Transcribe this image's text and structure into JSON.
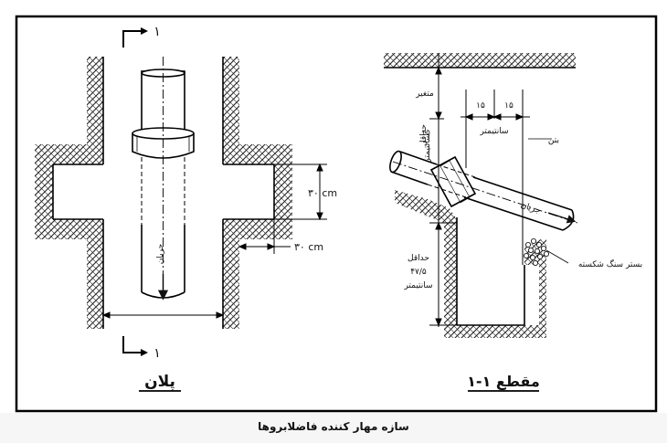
{
  "plan": {
    "section_marker_top": "۱",
    "section_marker_bottom": "۱",
    "dim_30cm_vertical": "۳۰ cm",
    "dim_30cm_side": "۳۰ cm",
    "flow_label": "جریان",
    "title": "پلان"
  },
  "section": {
    "variable_label": "متغیر",
    "min_15_line1": "حداقل",
    "min_15_line2": "۱۵",
    "min_15_line3": "سانتیمتر",
    "dim_15_left": "۱۵",
    "dim_15_right": "۱۵",
    "cm_label": "سانتیمتر",
    "concrete_label": "بتن",
    "flow_label": "جریان",
    "gravel_label": "بستر سنگ شکسته",
    "min_475_line1": "حداقل",
    "min_475_line2": "۴۷/۵",
    "min_475_line3": "سانتیمتر",
    "title": "مقطع ۱-۱"
  },
  "caption": "سازه مهار کننده فاضلابروها"
}
